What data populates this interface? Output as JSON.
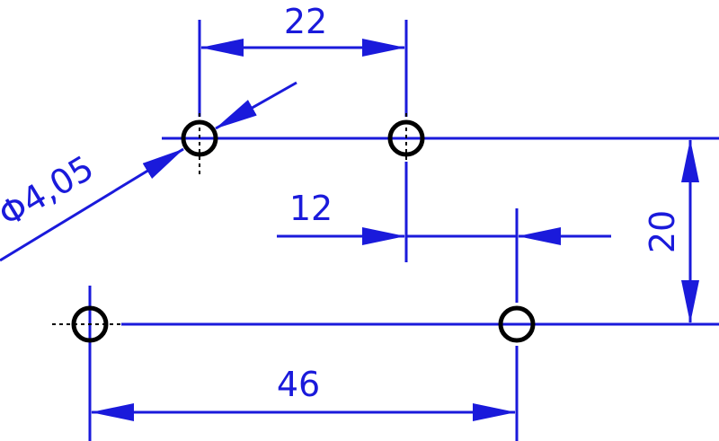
{
  "colors": {
    "dimension": "#1a1adb",
    "geometry": "#000000",
    "background": "#ffffff"
  },
  "dimensions": {
    "top_spacing": "22",
    "offset": "12",
    "vertical_spacing": "20",
    "bottom_spacing": "46",
    "hole_diameter": "Φ4,05"
  }
}
